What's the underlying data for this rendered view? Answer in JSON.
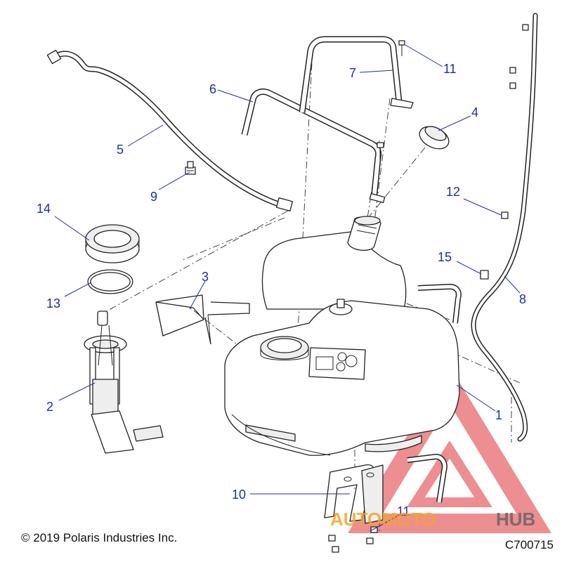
{
  "callouts": [
    {
      "id": "1",
      "label": "1"
    },
    {
      "id": "2",
      "label": "2"
    },
    {
      "id": "3",
      "label": "3"
    },
    {
      "id": "4",
      "label": "4"
    },
    {
      "id": "5",
      "label": "5"
    },
    {
      "id": "6",
      "label": "6"
    },
    {
      "id": "7",
      "label": "7"
    },
    {
      "id": "8",
      "label": "8"
    },
    {
      "id": "9",
      "label": "9"
    },
    {
      "id": "10",
      "label": "10"
    },
    {
      "id": "11a",
      "label": "11"
    },
    {
      "id": "11b",
      "label": "11"
    },
    {
      "id": "12",
      "label": "12"
    },
    {
      "id": "13",
      "label": "13"
    },
    {
      "id": "14",
      "label": "14"
    },
    {
      "id": "15",
      "label": "15"
    }
  ],
  "footer": {
    "copyright": "© 2019 Polaris Industries Inc.",
    "figure_code": "C700715"
  },
  "watermark": {
    "text_a": "AUTOMOTO",
    "text_b": "HUB",
    "color_a": "#f5a623",
    "color_b": "#666666",
    "triangle_color": "#e0323a"
  },
  "colors": {
    "callout": "#1f2f9e",
    "line": "#222222"
  }
}
